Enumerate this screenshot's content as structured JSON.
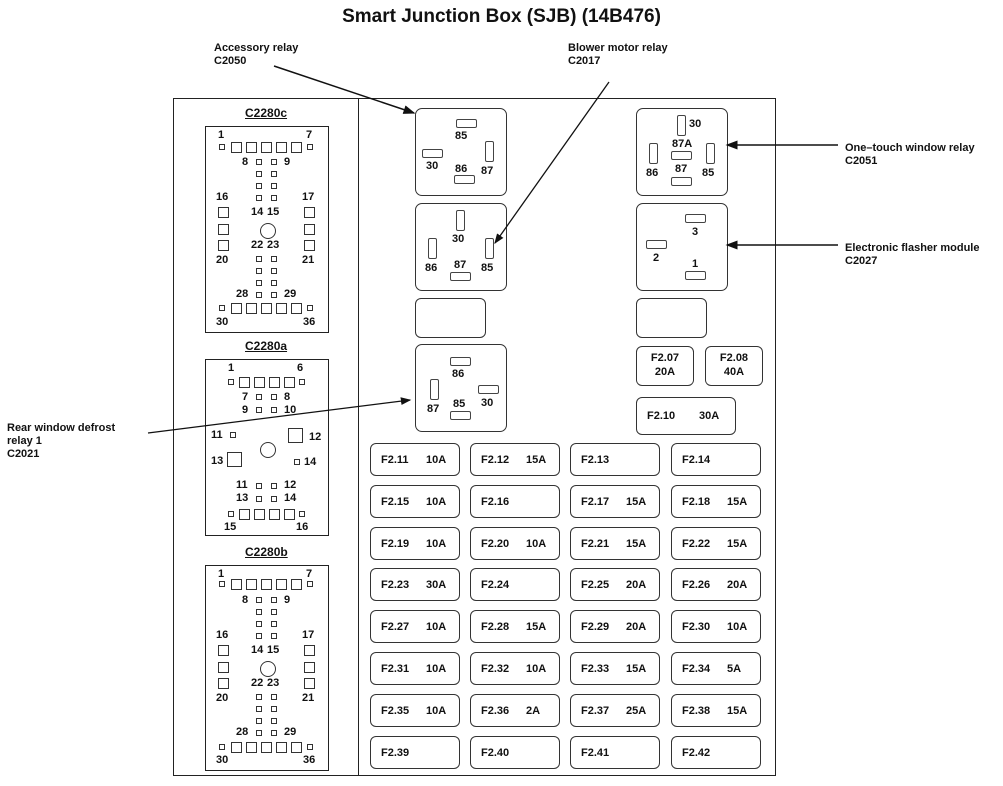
{
  "title": "Smart Junction Box (SJB) (14B476)",
  "callouts": {
    "accessory": {
      "name": "Accessory relay",
      "code": "C2050"
    },
    "blower": {
      "name": "Blower motor relay",
      "code": "C2017"
    },
    "one_touch": {
      "name": "One–touch window relay",
      "code": "C2051"
    },
    "flasher": {
      "name": "Electronic flasher module",
      "code": "C2027"
    },
    "rear_defrost": {
      "name1": "Rear window defrost",
      "name2": "relay 1",
      "code": "C2021"
    }
  },
  "connectors": {
    "c": {
      "name": "C2280c",
      "pins": [
        "1",
        "7",
        "8",
        "9",
        "16",
        "17",
        "14",
        "15",
        "22",
        "23",
        "20",
        "21",
        "28",
        "29",
        "30",
        "36"
      ]
    },
    "a": {
      "name": "C2280a",
      "pins": [
        "1",
        "6",
        "7",
        "8",
        "9",
        "10",
        "11",
        "12",
        "13",
        "14",
        "11",
        "12",
        "13",
        "14",
        "15",
        "16"
      ]
    },
    "b": {
      "name": "C2280b",
      "pins": [
        "1",
        "7",
        "8",
        "9",
        "16",
        "17",
        "14",
        "15",
        "22",
        "23",
        "20",
        "21",
        "28",
        "29",
        "30",
        "36"
      ]
    }
  },
  "relays": {
    "accessory": {
      "t85": "85",
      "t30": "30",
      "t86": "86",
      "t87": "87"
    },
    "blower": {
      "t30": "30",
      "t86": "86",
      "t87": "87",
      "t85": "85"
    },
    "rear_defrost": {
      "t86": "86",
      "t87": "87",
      "t85": "85",
      "t30": "30"
    },
    "one_touch": {
      "t30": "30",
      "t87a": "87A",
      "t86": "86",
      "t87": "87",
      "t85": "85"
    },
    "flasher": {
      "t3": "3",
      "t2": "2",
      "t1": "1"
    }
  },
  "fuses_upper": [
    {
      "id": "F2.07",
      "amp": "20A"
    },
    {
      "id": "F2.08",
      "amp": "40A"
    },
    {
      "id": "F2.10",
      "amp": "30A"
    }
  ],
  "fuses": [
    {
      "id": "F2.11",
      "amp": "10A"
    },
    {
      "id": "F2.12",
      "amp": "15A"
    },
    {
      "id": "F2.13",
      "amp": ""
    },
    {
      "id": "F2.14",
      "amp": ""
    },
    {
      "id": "F2.15",
      "amp": "10A"
    },
    {
      "id": "F2.16",
      "amp": ""
    },
    {
      "id": "F2.17",
      "amp": "15A"
    },
    {
      "id": "F2.18",
      "amp": "15A"
    },
    {
      "id": "F2.19",
      "amp": "10A"
    },
    {
      "id": "F2.20",
      "amp": "10A"
    },
    {
      "id": "F2.21",
      "amp": "15A"
    },
    {
      "id": "F2.22",
      "amp": "15A"
    },
    {
      "id": "F2.23",
      "amp": "30A"
    },
    {
      "id": "F2.24",
      "amp": ""
    },
    {
      "id": "F2.25",
      "amp": "20A"
    },
    {
      "id": "F2.26",
      "amp": "20A"
    },
    {
      "id": "F2.27",
      "amp": "10A"
    },
    {
      "id": "F2.28",
      "amp": "15A"
    },
    {
      "id": "F2.29",
      "amp": "20A"
    },
    {
      "id": "F2.30",
      "amp": "10A"
    },
    {
      "id": "F2.31",
      "amp": "10A"
    },
    {
      "id": "F2.32",
      "amp": "10A"
    },
    {
      "id": "F2.33",
      "amp": "15A"
    },
    {
      "id": "F2.34",
      "amp": "5A"
    },
    {
      "id": "F2.35",
      "amp": "10A"
    },
    {
      "id": "F2.36",
      "amp": "2A"
    },
    {
      "id": "F2.37",
      "amp": "25A"
    },
    {
      "id": "F2.38",
      "amp": "15A"
    },
    {
      "id": "F2.39",
      "amp": ""
    },
    {
      "id": "F2.40",
      "amp": ""
    },
    {
      "id": "F2.41",
      "amp": ""
    },
    {
      "id": "F2.42",
      "amp": ""
    }
  ]
}
